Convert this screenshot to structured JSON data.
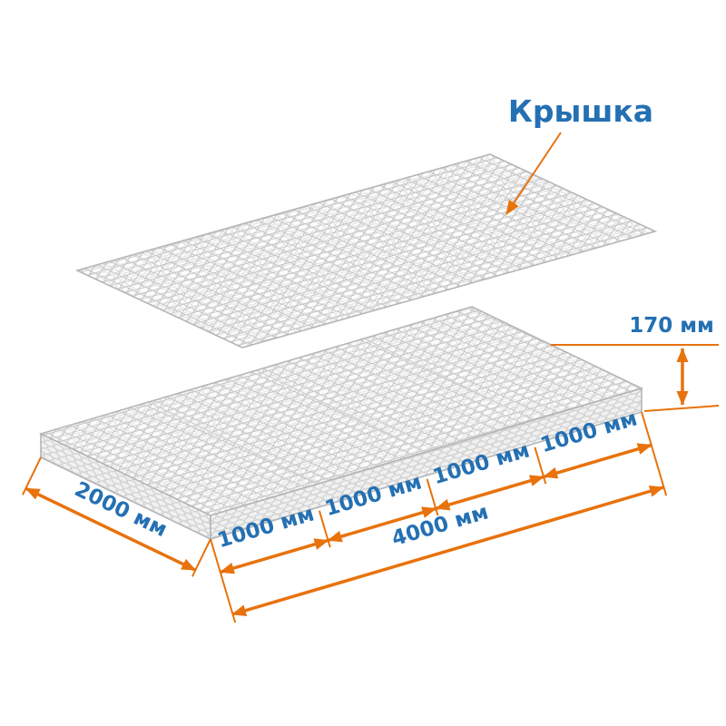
{
  "diagram": {
    "callout": {
      "lid_label": "Крышка"
    },
    "dimensions": {
      "width_label": "2000 мм",
      "total_length_label": "4000 мм",
      "height_label": "170 мм",
      "segment_labels": [
        "1000 мм",
        "1000 мм",
        "1000 мм",
        "1000 мм"
      ]
    },
    "colors": {
      "dimension_accent": "#e8720c",
      "label_blue": "#2470b3",
      "mesh_wire": "#c6c6c6"
    }
  }
}
